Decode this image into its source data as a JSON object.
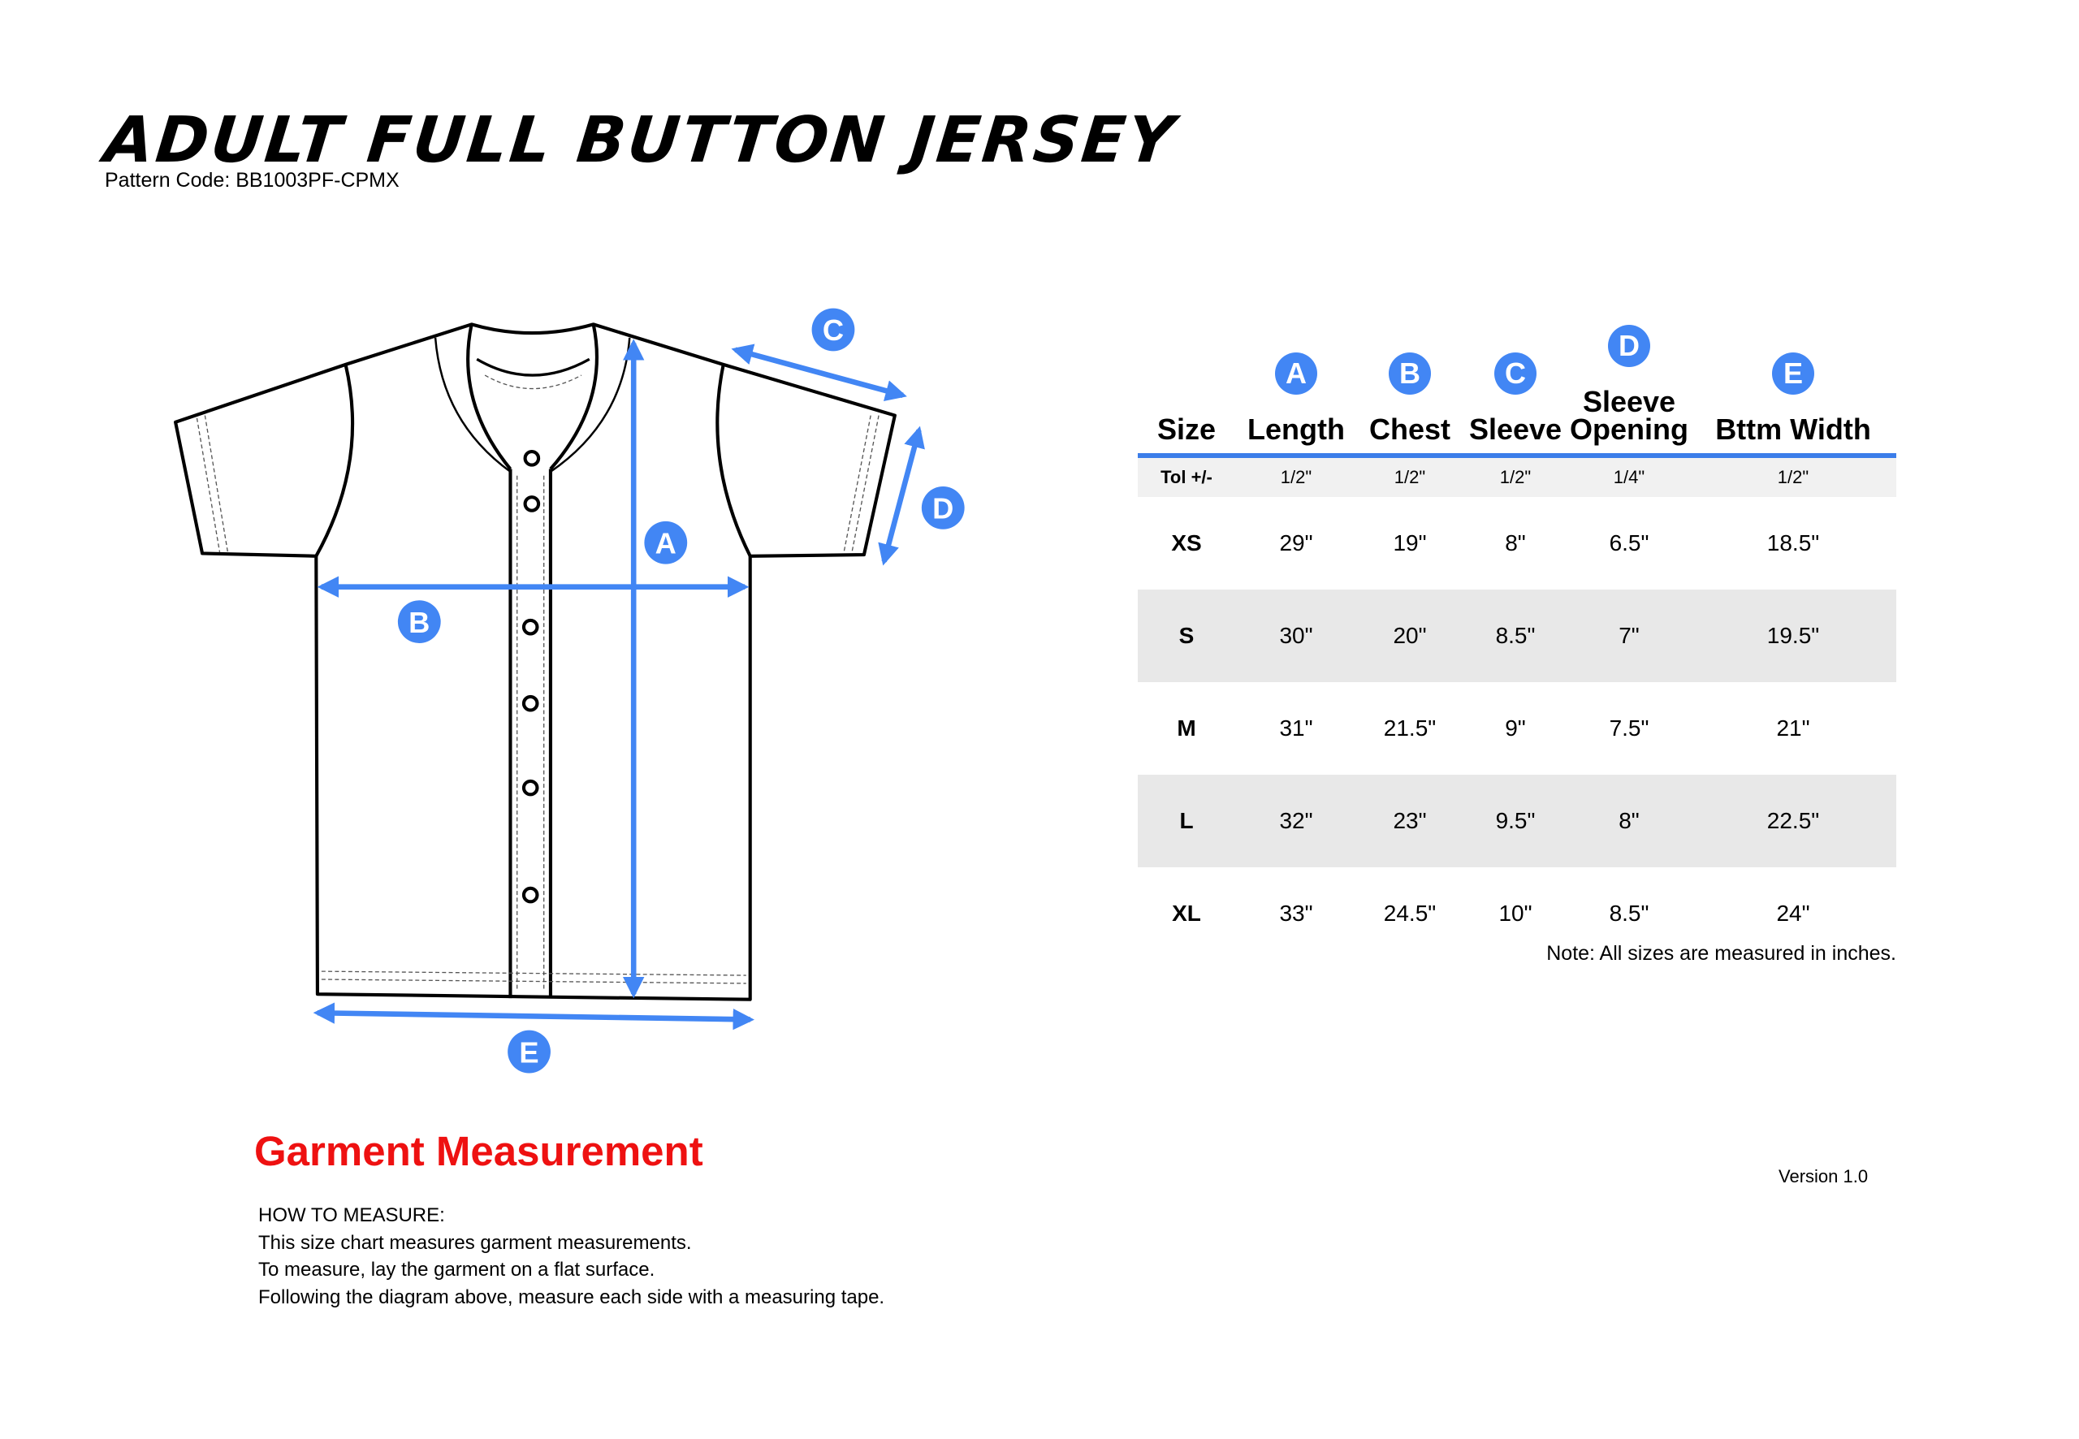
{
  "title": "ADULT FULL BUTTON JERSEY",
  "pattern_code": "Pattern Code: BB1003PF-CPMX",
  "diagram_labels": [
    "A",
    "B",
    "C",
    "D",
    "E"
  ],
  "table": {
    "columns": [
      {
        "letter": "",
        "label": "Size"
      },
      {
        "letter": "A",
        "label": "Length"
      },
      {
        "letter": "B",
        "label": "Chest"
      },
      {
        "letter": "C",
        "label": "Sleeve"
      },
      {
        "letter": "D",
        "label": "Sleeve Opening"
      },
      {
        "letter": "E",
        "label": "Bttm Width"
      }
    ],
    "rows": [
      [
        "Tol +/-",
        "1/2\"",
        "1/2\"",
        "1/2\"",
        "1/4\"",
        "1/2\""
      ],
      [
        "XS",
        "29\"",
        "19\"",
        "8\"",
        "6.5\"",
        "18.5\""
      ],
      [
        "S",
        "30\"",
        "20\"",
        "8.5\"",
        "7\"",
        "19.5\""
      ],
      [
        "M",
        "31\"",
        "21.5\"",
        "9\"",
        "7.5\"",
        "21\""
      ],
      [
        "L",
        "32\"",
        "23\"",
        "9.5\"",
        "8\"",
        "22.5\""
      ],
      [
        "XL",
        "33\"",
        "24.5\"",
        "10\"",
        "8.5\"",
        "24\""
      ]
    ],
    "note": "Note: All sizes are measured in inches."
  },
  "garment_heading": "Garment Measurement",
  "how_to": [
    "HOW TO MEASURE:",
    "This size chart measures garment measurements.",
    "To measure, lay the garment on a flat surface.",
    "Following the diagram above, measure each side with a measuring tape."
  ],
  "version": "Version 1.0",
  "colors": {
    "accent": "#4286f4",
    "heading_red": "#ee1111",
    "band": "#e8e8e8"
  }
}
